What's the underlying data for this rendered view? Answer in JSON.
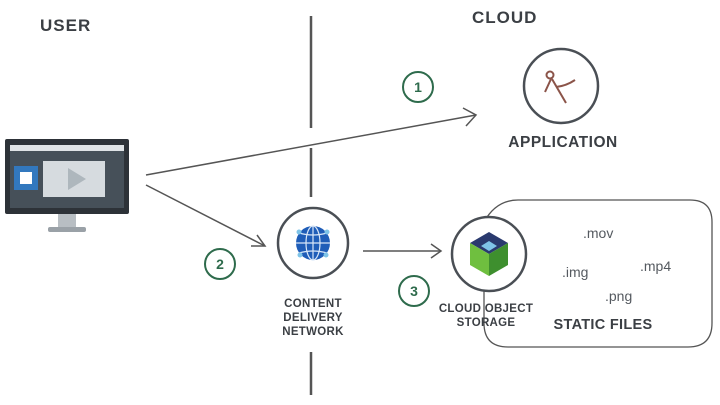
{
  "sections": {
    "user": "USER",
    "cloud": "CLOUD"
  },
  "nodes": {
    "application": "APPLICATION",
    "cdn": [
      "CONTENT",
      "DELIVERY",
      "NETWORK"
    ],
    "cos": [
      "CLOUD OBJECT",
      "STORAGE"
    ],
    "static_files": "STATIC FILES"
  },
  "file_types": [
    ".mov",
    ".mp4",
    ".img",
    ".png"
  ],
  "steps": [
    "1",
    "2",
    "3"
  ],
  "colors": {
    "text": "#3b3f44",
    "step": "#2e6b4c",
    "divider": "#555555",
    "cdn_blue": "#1f5db8",
    "cos_green": "#6fbf3f"
  }
}
